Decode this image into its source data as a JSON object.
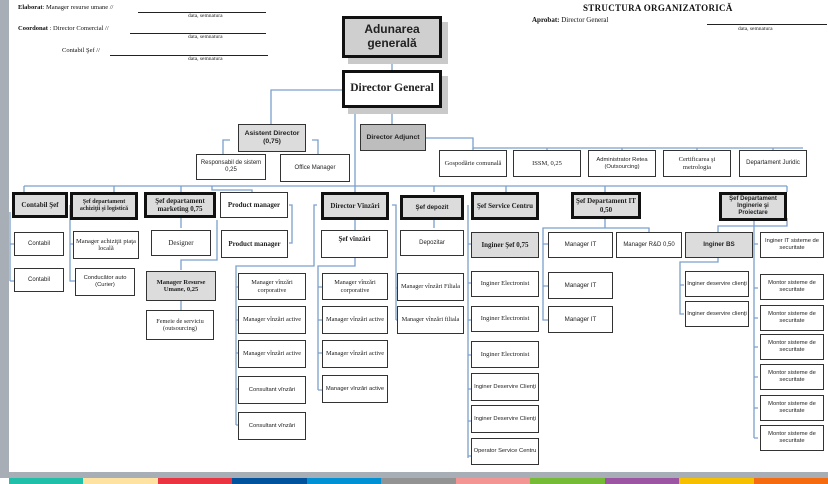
{
  "header": {
    "left": [
      {
        "label": "Elaborat",
        "role": "Manager resurse umane //",
        "caption": "data, semnatura"
      },
      {
        "label": "Coordonat",
        "role": ": Director Comercial //",
        "caption": "data, semnatura"
      },
      {
        "label": "",
        "role": "Contabil Şef //",
        "caption": "data, semnatura"
      }
    ],
    "title": "STRUCTURA ORGANIZATORICĂ",
    "approved_label": "Aprobat:",
    "approved_role": "Director General",
    "approved_caption": "data, semnatura"
  },
  "org": {
    "top": {
      "general_assembly": "Adunarea generală",
      "director_general": "Director General"
    },
    "level2": {
      "assistant": "Asistent Director (0,75)",
      "deputy": "Director Adjunct"
    },
    "assistant_children": [
      "Responsabil de sistem 0,25",
      "Office Manager"
    ],
    "deputy_children": [
      "Gospodărie comunală",
      "ISSM, 0,25",
      "Administrator Retea (Outsourcing)",
      "Certificarea şi metrologia",
      "Departament Juridic"
    ],
    "departments": {
      "contabil": {
        "head": "Contabil Şef",
        "members": [
          "Contabil",
          "Contabil"
        ]
      },
      "achizitii": {
        "head": "Şef departament achiziţii şi logistică",
        "members": [
          "Manager achiziţii piaţa locală",
          "Conducător auto (Curier)"
        ]
      },
      "marketing": {
        "head": "Şef departament marketing 0,75",
        "members": [
          "Designer"
        ],
        "hr": "Manager Resurse Umane, 0,25",
        "hr_member": "Femeie de serviciu (outsourcing)"
      },
      "product": {
        "members": [
          "Product manager",
          "Product manager"
        ]
      },
      "sales_left": {
        "members": [
          "Manager vînzări corporative",
          "Manager vînzări active",
          "Manager vînzări active",
          "Consultant vînzări",
          "Consultant vînzări"
        ]
      },
      "vanzari": {
        "head": "Director Vînzări",
        "sub": "Şef vînzări",
        "members": [
          "Manager vînzări corporative",
          "Manager vînzări active",
          "Manager vînzări active",
          "Manager vînzări active"
        ]
      },
      "depozit": {
        "head": "Şef depozit",
        "members": [
          "Depozitar"
        ],
        "branch": [
          "Manager vînzări Filiala",
          "Manager vînzări filiala"
        ]
      },
      "service": {
        "head": "Şef Service Centru",
        "members": [
          "Inginer Şef 0,75",
          "Inginer Electronist",
          "Inginer Electronist",
          "Inginer Electronist",
          "Inginer Deservire Clienţi",
          "Inginer Deservire Clienţi",
          "Operator Service Centru"
        ]
      },
      "it": {
        "head": "Şef Departament IT 0,50",
        "members": [
          "Manager IT",
          "Manager IT",
          "Manager IT"
        ],
        "rd": "Manager R&D 0,50"
      },
      "inginerie": {
        "head": "Şef Departament Inginerie şi Proiectare",
        "bs": "Inginer BS",
        "bs_members": [
          "Inginer deservire clienţi",
          "Inginer deservire clienţi"
        ],
        "members": [
          "Inginer IT sisteme de securitate",
          "Montor sisteme de securitate",
          "Montor sisteme de securitate",
          "Montor sisteme de securitate",
          "Montor sisteme de securitate",
          "Montor sisteme de securitate",
          "Montor sisteme de securitate"
        ]
      }
    }
  },
  "footer_colors": [
    "#20bfa9",
    "#fde2a2",
    "#ea3442",
    "#00539c",
    "#0091d4",
    "#939393",
    "#f29593",
    "#76bb35",
    "#9c55a2",
    "#f6bf00",
    "#f46b10"
  ]
}
